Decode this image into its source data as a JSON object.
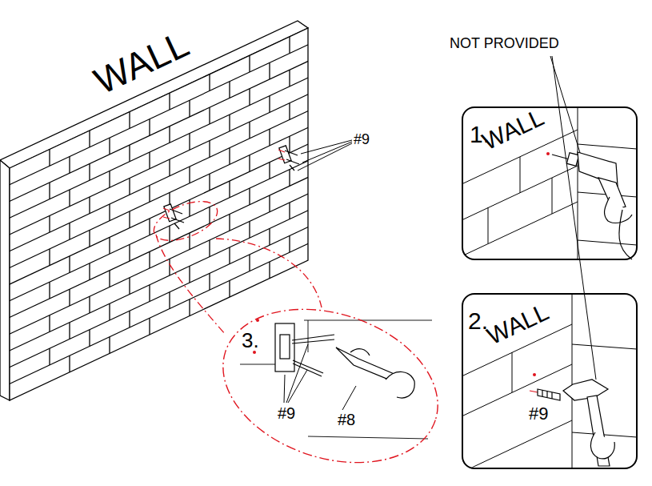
{
  "diagram": {
    "nodes": [
      {
        "text": [
          "1.",
          "WALL"
        ]
      },
      {
        "text": [
          "2.",
          "WALL",
          "#9"
        ]
      },
      {
        "text": [
          "3.",
          "#9",
          "#8"
        ]
      }
    ],
    "labels": [
      "WALL",
      "#9",
      "NOT PROVIDED"
    ]
  }
}
